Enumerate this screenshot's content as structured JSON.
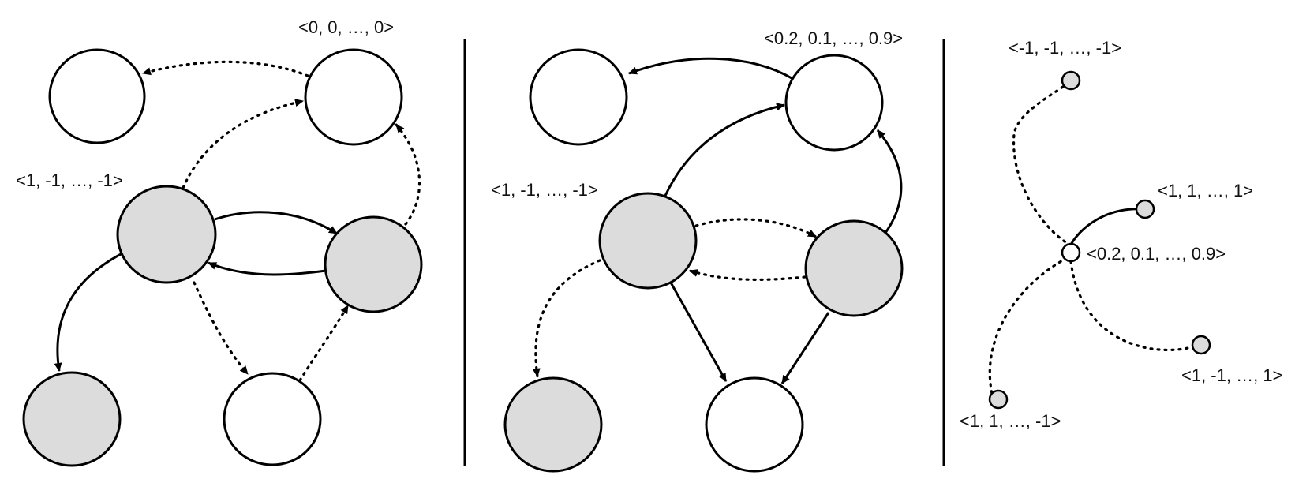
{
  "colors": {
    "shaded_node": "#dcdcdd",
    "open_node": "#ffffff",
    "stroke": "#000000"
  },
  "panel_left": {
    "labels": {
      "top_right": "<0, 0, …, 0>",
      "mid_left": "<1, -1, …, -1>"
    }
  },
  "panel_middle": {
    "labels": {
      "top_right": "<0.2, 0.1, …, 0.9>",
      "mid_left": "<1, -1, …, -1>"
    }
  },
  "panel_right": {
    "labels": {
      "top": "<-1, -1, …, -1>",
      "upper_right": "<1, 1, …, 1>",
      "center": "<0.2, 0.1, …, 0.9>",
      "lower_right": "<1, -1, …, 1>",
      "lower_left": "<1, 1, …, -1>"
    }
  }
}
